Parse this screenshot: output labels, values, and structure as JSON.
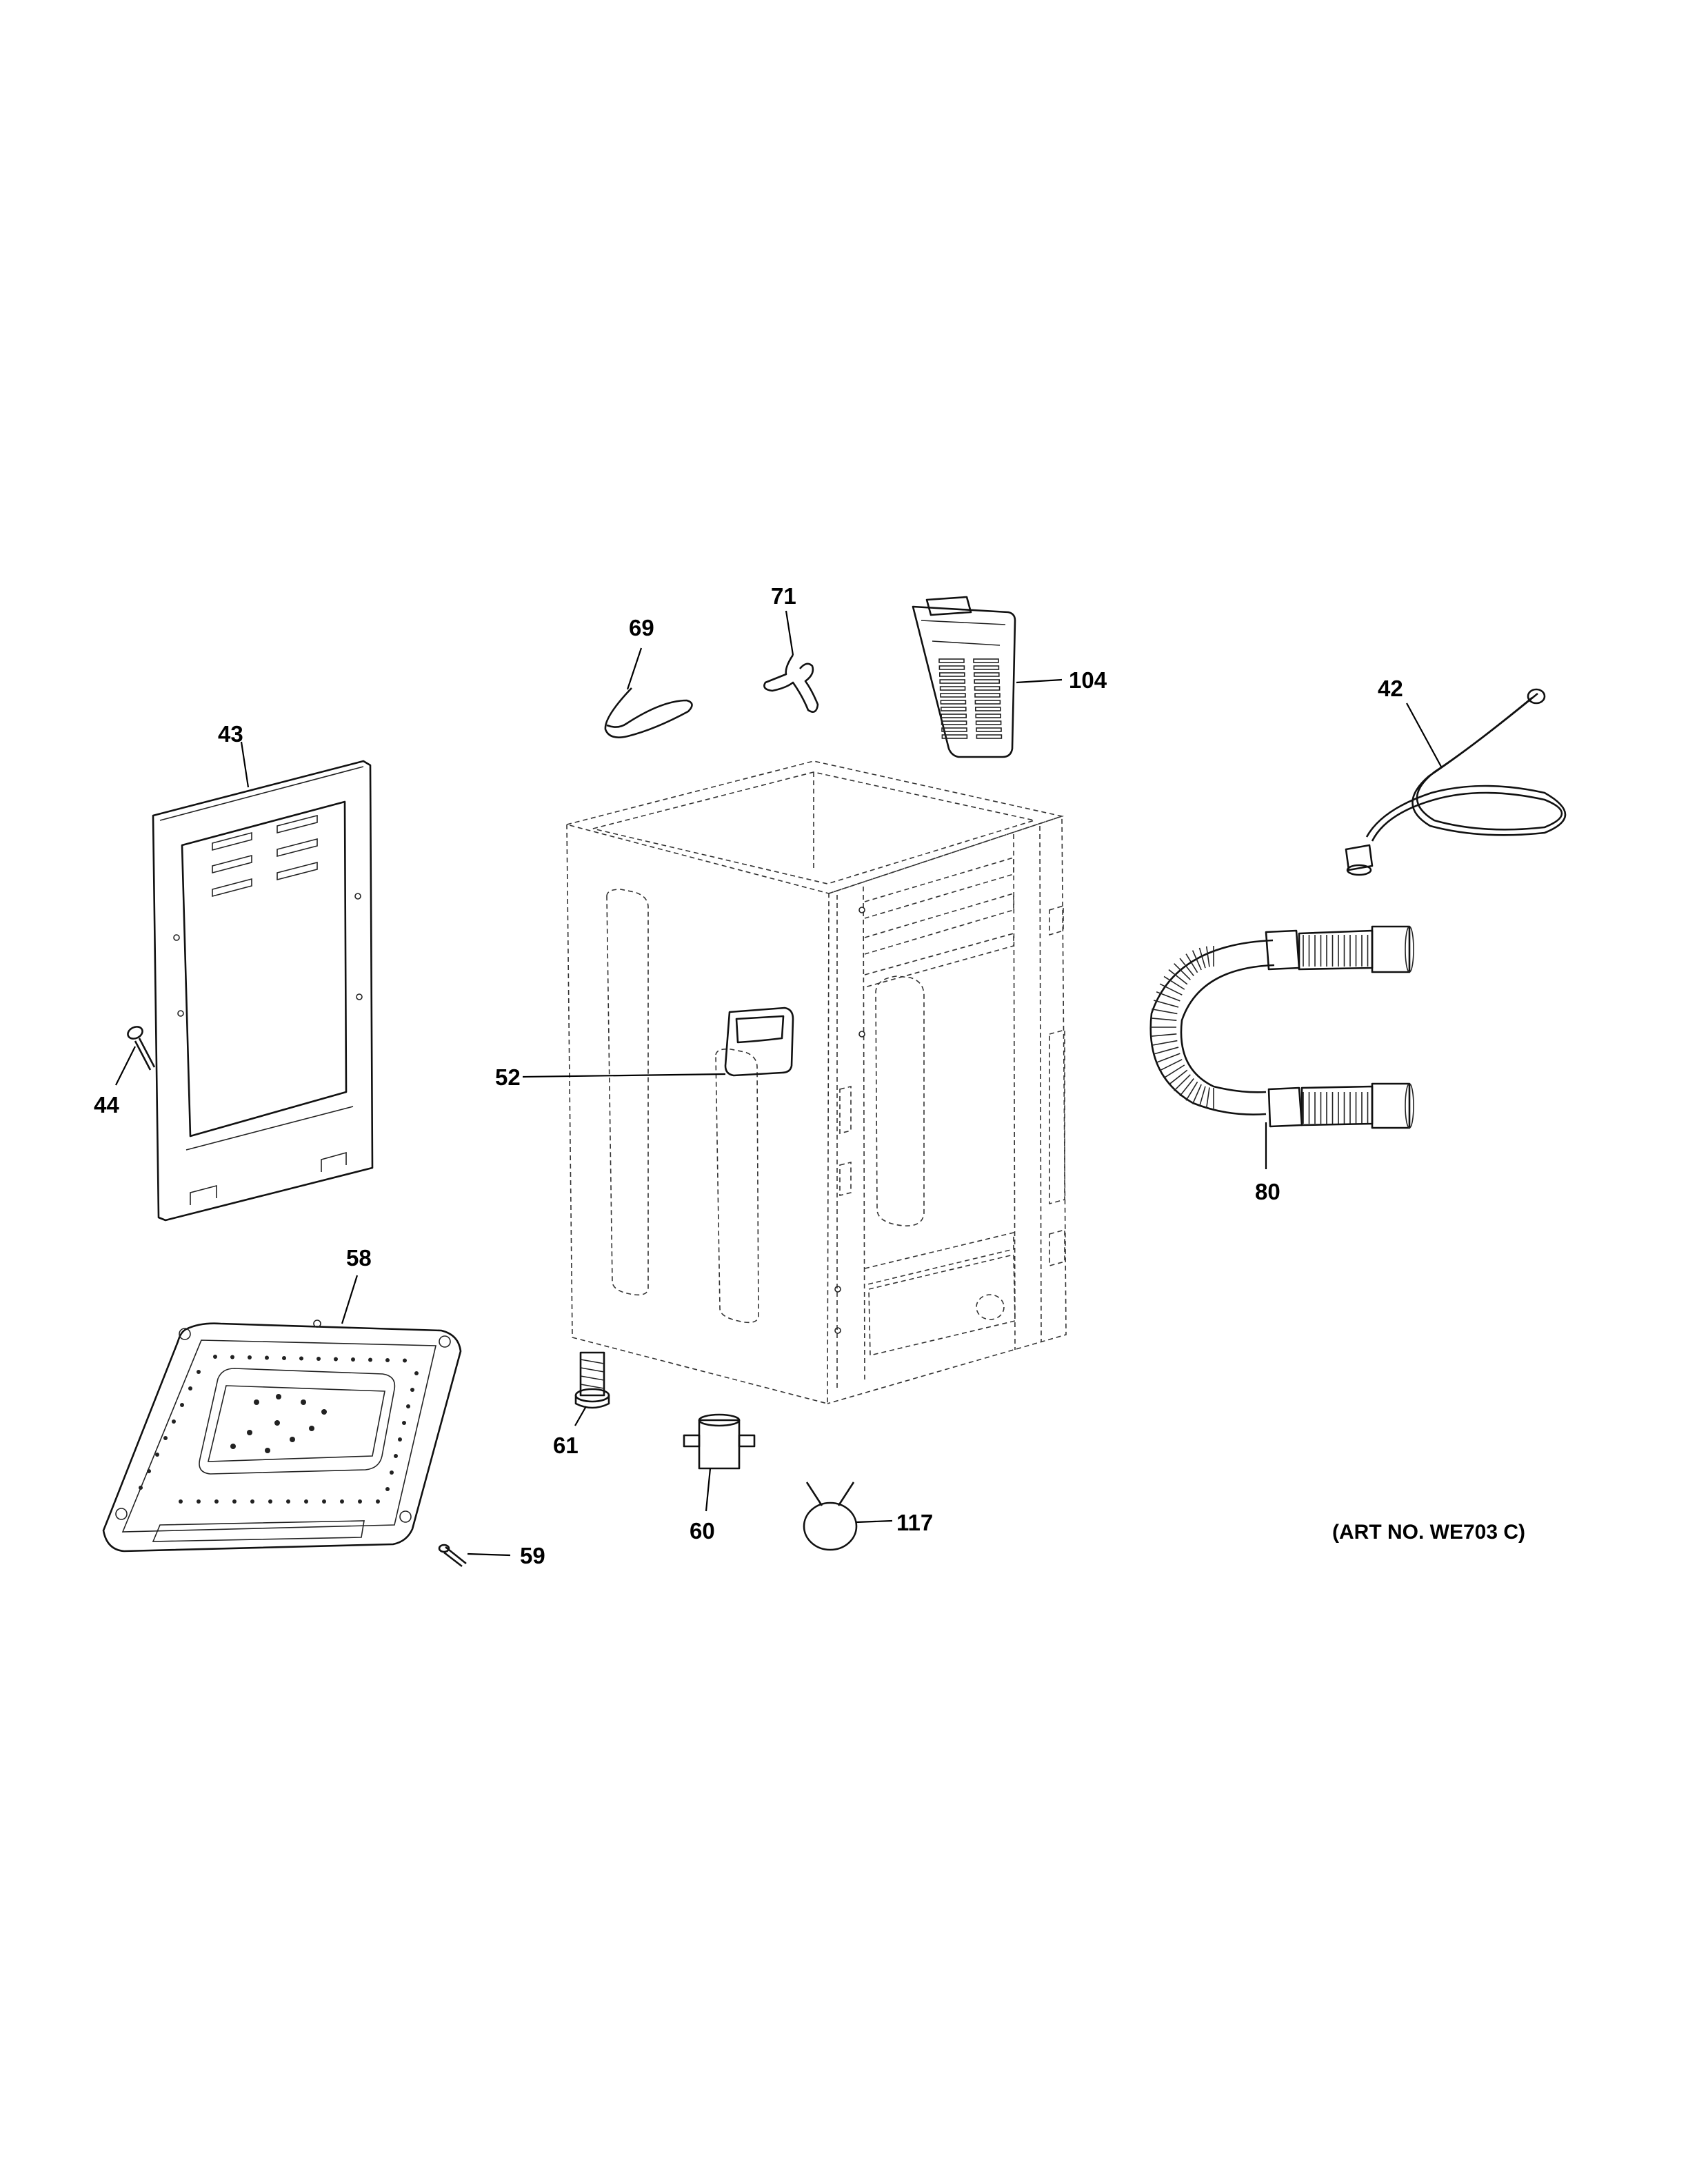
{
  "callouts": {
    "c43": "43",
    "c44": "44",
    "c52": "52",
    "c58": "58",
    "c59": "59",
    "c60": "60",
    "c61": "61",
    "c69": "69",
    "c71": "71",
    "c104": "104",
    "c42": "42",
    "c80": "80",
    "c117": "117"
  },
  "art_number": "(ART NO. WE703 C)"
}
